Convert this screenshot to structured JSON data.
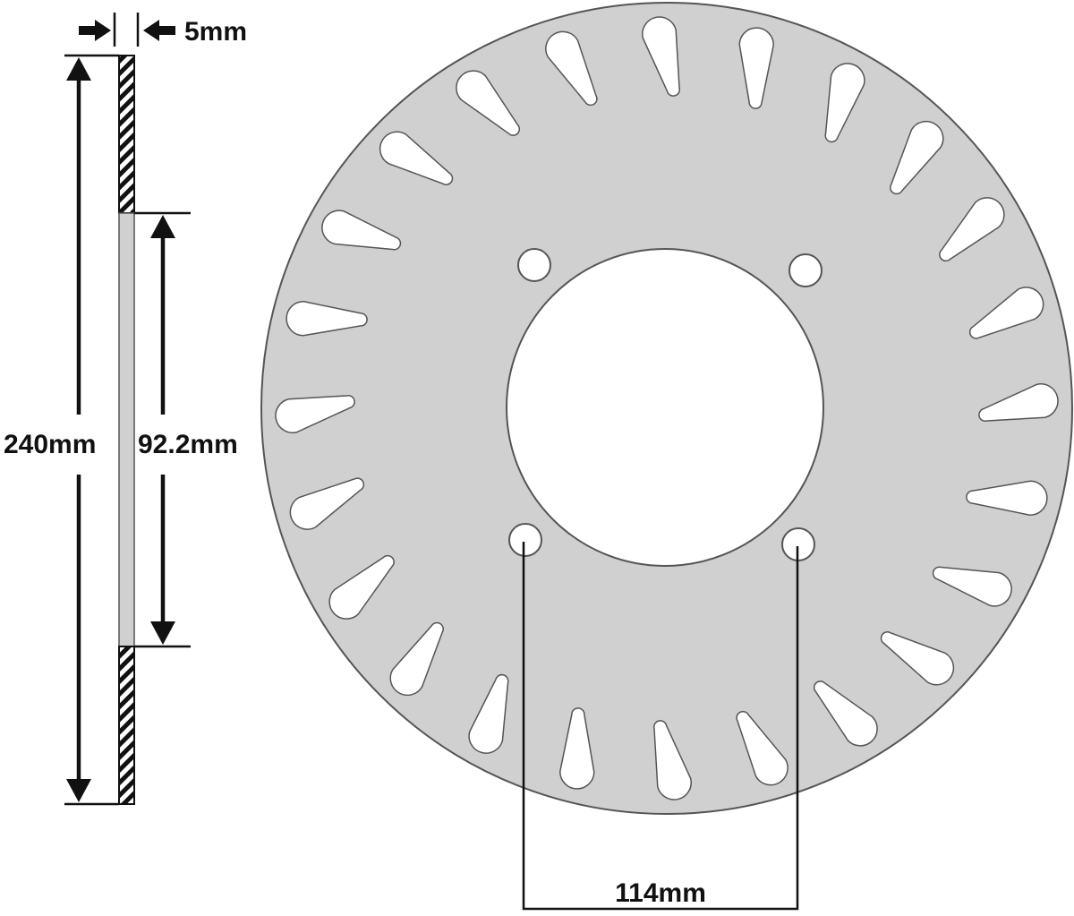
{
  "dimensions": {
    "thickness": "5mm",
    "outer_diameter": "240mm",
    "center_bore": "92.2mm",
    "bolt_spacing": "114mm"
  },
  "colors": {
    "disc_fill": "#d0d0d0",
    "outline": "#555555",
    "dimension_line": "#111111",
    "hole_fill": "#ffffff"
  },
  "disc": {
    "slot_count": 24,
    "bolt_hole_count": 4
  }
}
